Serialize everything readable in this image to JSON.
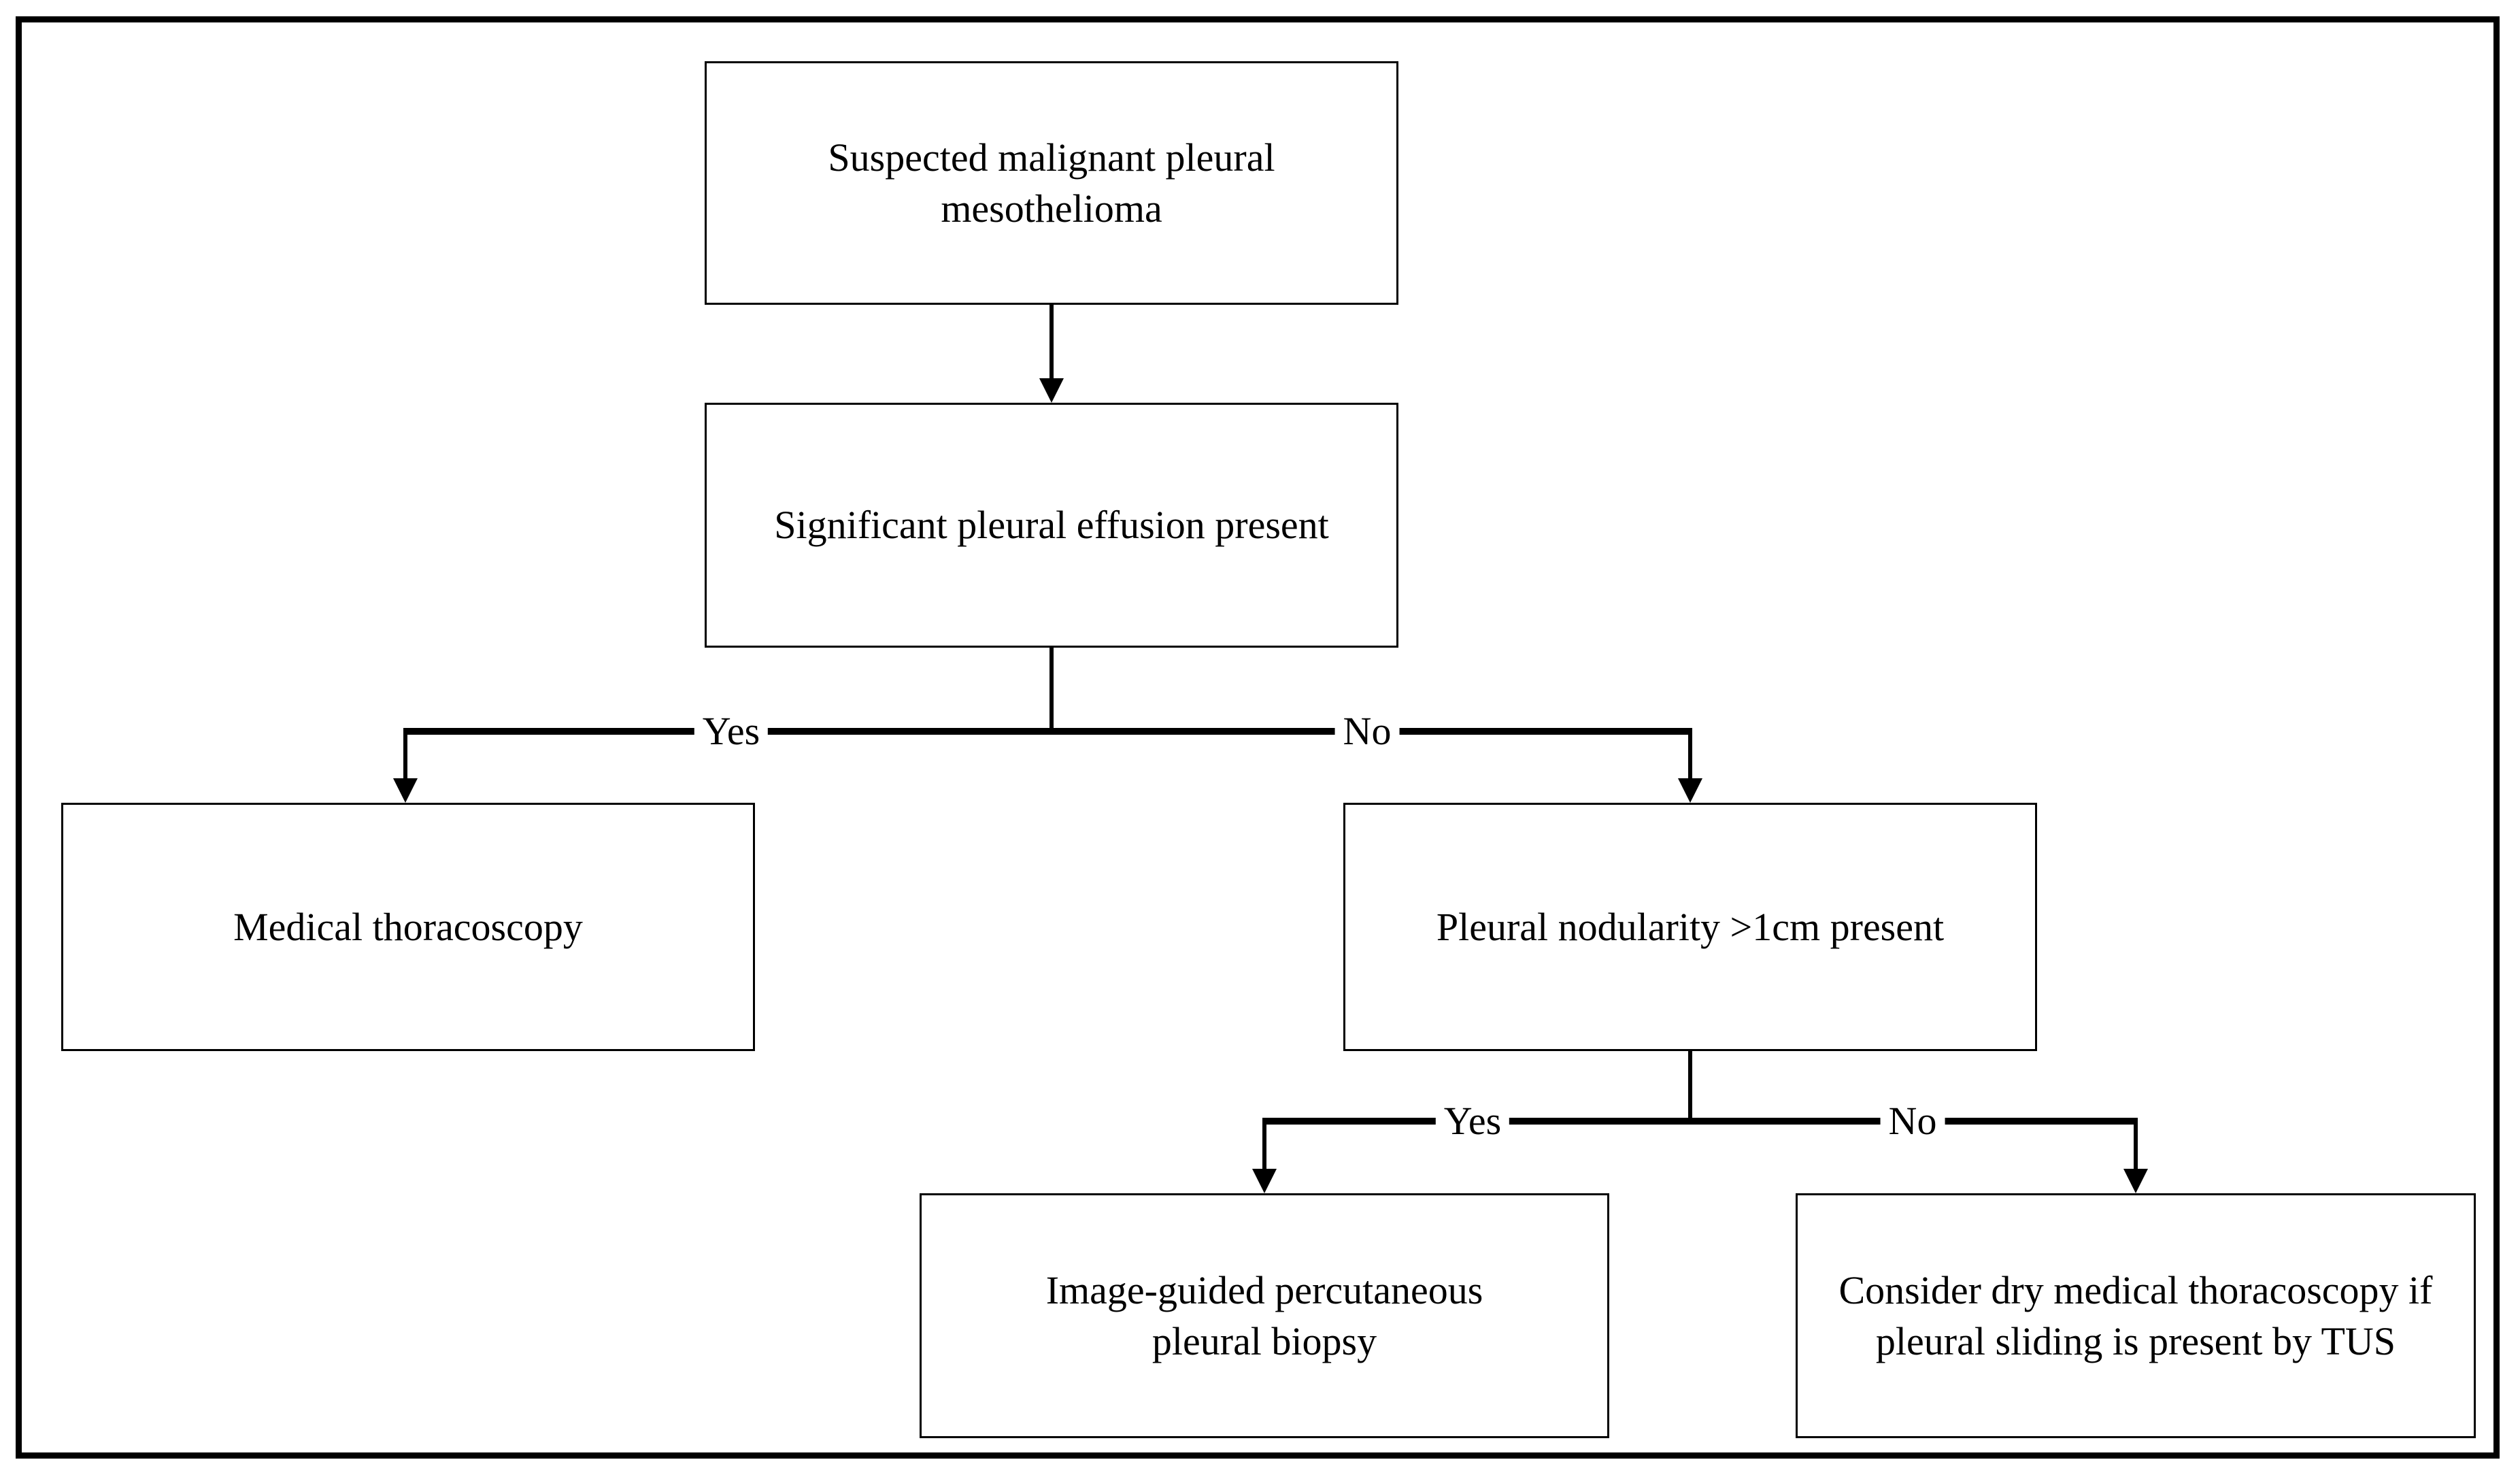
{
  "flowchart": {
    "nodes": {
      "suspected": {
        "label": "Suspected malignant pleural mesothelioma"
      },
      "effusion": {
        "label": "Significant pleural effusion present"
      },
      "medical_thoracoscopy": {
        "label": "Medical thoracoscopy"
      },
      "nodularity": {
        "label": "Pleural nodularity >1cm present"
      },
      "image_guided_biopsy": {
        "label": "Image-guided percutaneous pleural biopsy"
      },
      "dry_thoracoscopy": {
        "label": "Consider dry medical thoracoscopy if pleural sliding is present by TUS"
      }
    },
    "edges": [
      {
        "from": "suspected",
        "to": "effusion",
        "label": ""
      },
      {
        "from": "effusion",
        "to": "medical_thoracoscopy",
        "label": "Yes"
      },
      {
        "from": "effusion",
        "to": "nodularity",
        "label": "No"
      },
      {
        "from": "nodularity",
        "to": "image_guided_biopsy",
        "label": "Yes"
      },
      {
        "from": "nodularity",
        "to": "dry_thoracoscopy",
        "label": "No"
      }
    ],
    "colors": {
      "line": "#000000",
      "box_border": "#000000",
      "text": "#000000",
      "background": "#ffffff"
    }
  }
}
